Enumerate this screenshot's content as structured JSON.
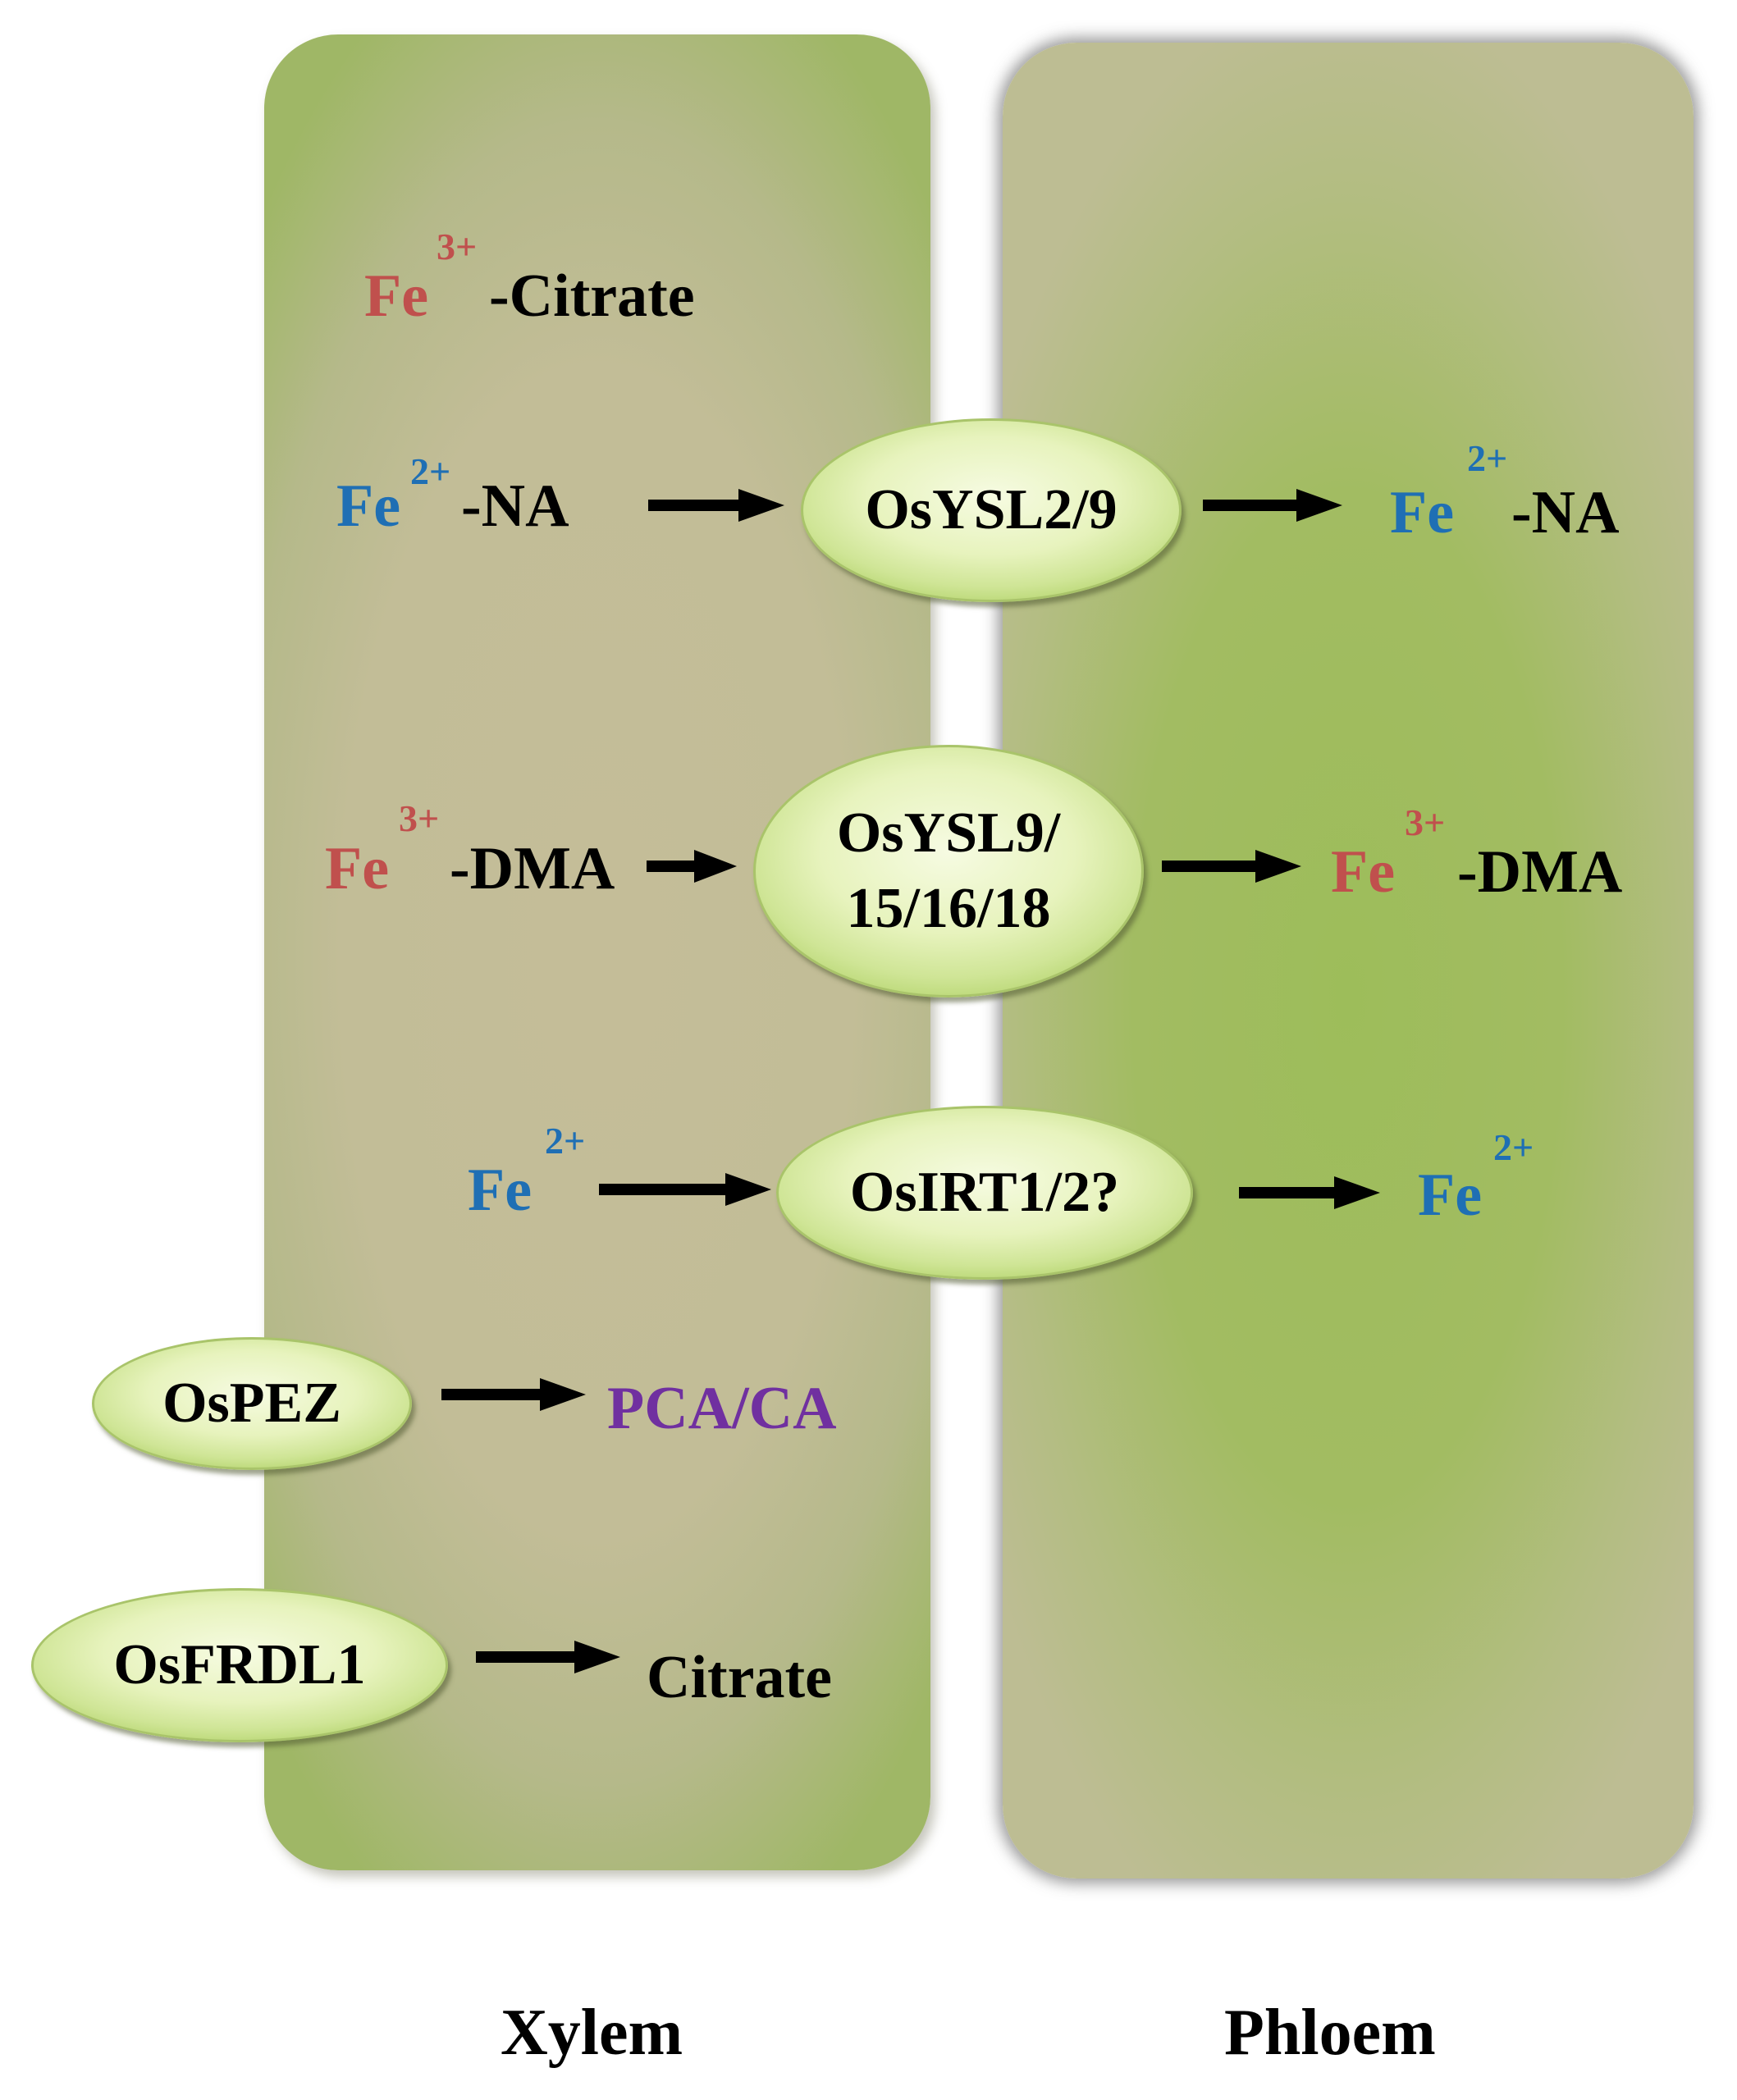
{
  "compartments": {
    "xylem": "Xylem",
    "phloem": "Phloem"
  },
  "species": {
    "fe": "Fe",
    "sup_3": "3+",
    "sup_2": "2+",
    "citrate_suffix": "-Citrate",
    "na_suffix": "-NA",
    "dma_suffix": "-DMA",
    "pca_ca": "PCA/CA",
    "citrate": "Citrate"
  },
  "transporters": {
    "osysl2_9": "OsYSL2/9",
    "osysl9_line1": "OsYSL9/",
    "osysl9_line2": "15/16/18",
    "osirt": "OsIRT1/2?",
    "ospez": "OsPEZ",
    "osfrdl1": "OsFRDL1"
  },
  "colors": {
    "fe3": "#c0504d",
    "fe2": "#1f6fb4",
    "pca": "#7030a0",
    "xylem_fill": "#c2bd97",
    "phloem_fill": "#9dbd5a",
    "ellipse_fill": "#e7f3bd"
  }
}
